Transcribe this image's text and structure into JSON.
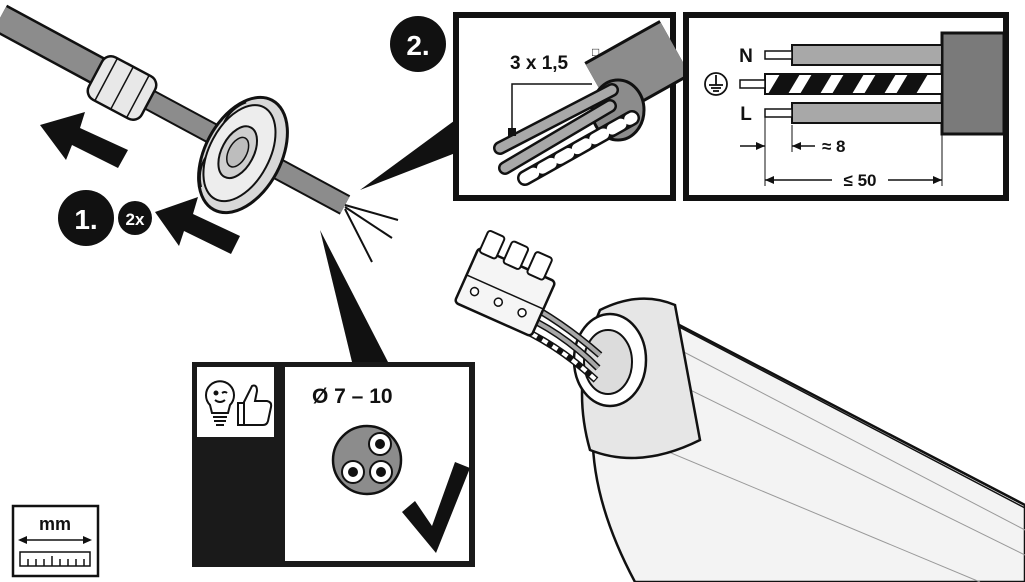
{
  "steps": {
    "step1": "1.",
    "repeat": "2x",
    "step2": "2."
  },
  "cable_section": "3 x 1,5",
  "section_unit": "□",
  "wires": {
    "neutral": "N",
    "live": "L"
  },
  "dimensions": {
    "strip": "≈ 8",
    "total": "≤ 50"
  },
  "cable_diameter": "Ø 7 – 10",
  "unit": "mm",
  "icons": {
    "tip": "lightbulb-thumbs-up-icon",
    "check": "checkmark-icon",
    "ground": "ground-symbol-icon",
    "ruler": "ruler-icon"
  },
  "colors": {
    "outline": "#111111",
    "cable": "#8c8c8c",
    "wire": "#a8a8a8",
    "housing": "#f3f3f3",
    "panel_dark": "#1a1a1a"
  }
}
